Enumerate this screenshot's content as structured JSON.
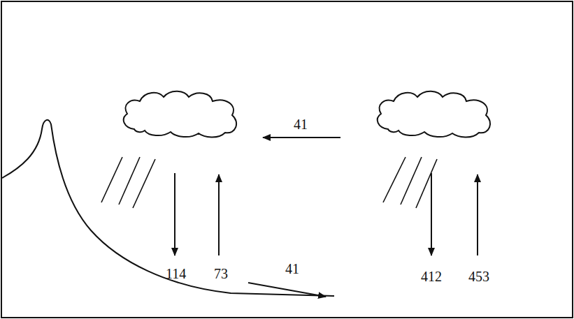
{
  "diagram": {
    "labels": [
      "41",
      "114",
      "73",
      "41",
      "412",
      "453"
    ]
  }
}
